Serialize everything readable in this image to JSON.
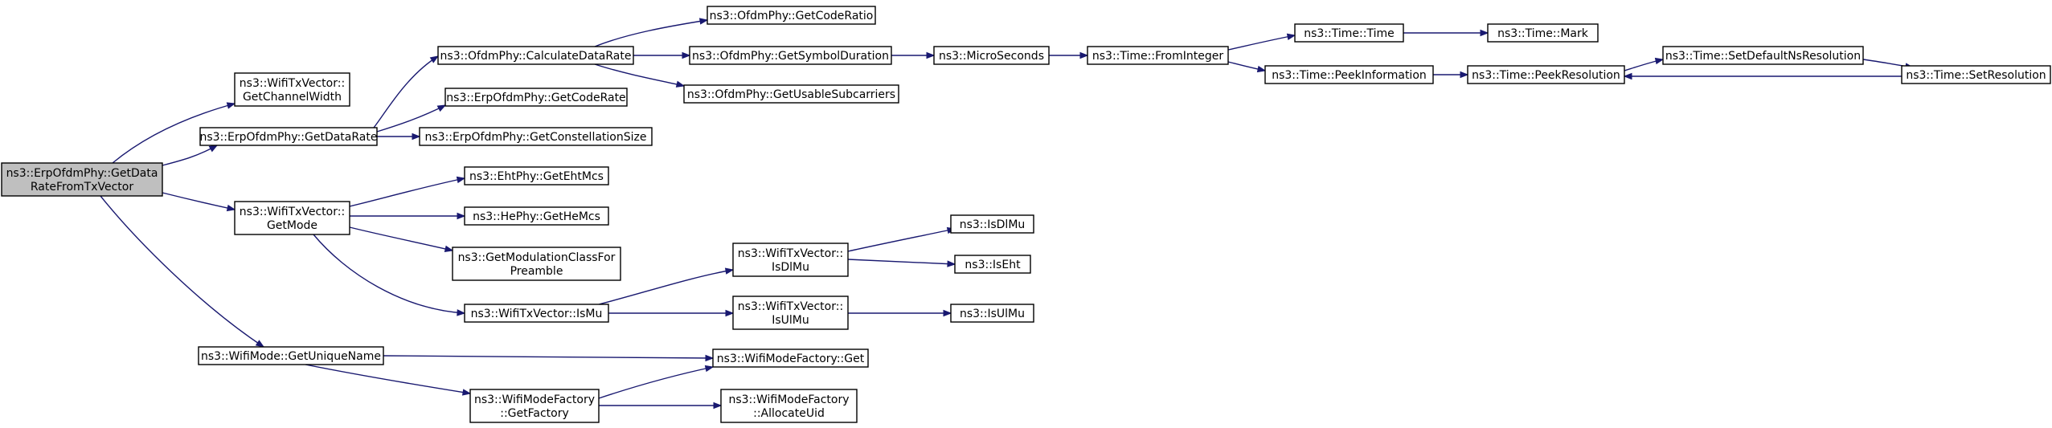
{
  "colors": {
    "edge": "#191970",
    "root_fill": "#bfbfbf",
    "node_fill": "#ffffff",
    "node_stroke": "#000000"
  },
  "nodes": {
    "root": [
      "ns3::ErpOfdmPhy::GetData",
      "RateFromTxVector"
    ],
    "getChannelWidth": [
      "ns3::WifiTxVector::",
      "GetChannelWidth"
    ],
    "erpGetDataRate": [
      "ns3::ErpOfdmPhy::GetDataRate"
    ],
    "calcDataRate": [
      "ns3::OfdmPhy::CalculateDataRate"
    ],
    "ofdmGetCodeRatio": [
      "ns3::OfdmPhy::GetCodeRatio"
    ],
    "getSymbolDuration": [
      "ns3::OfdmPhy::GetSymbolDuration"
    ],
    "getUsableSubcarriers": [
      "ns3::OfdmPhy::GetUsableSubcarriers"
    ],
    "microSeconds": [
      "ns3::MicroSeconds"
    ],
    "fromInteger": [
      "ns3::Time::FromInteger"
    ],
    "timeTime": [
      "ns3::Time::Time"
    ],
    "timeMark": [
      "ns3::Time::Mark"
    ],
    "peekInformation": [
      "ns3::Time::PeekInformation"
    ],
    "peekResolution": [
      "ns3::Time::PeekResolution"
    ],
    "setDefaultNsResolution": [
      "ns3::Time::SetDefaultNsResolution"
    ],
    "setResolution": [
      "ns3::Time::SetResolution"
    ],
    "erpGetCodeRate": [
      "ns3::ErpOfdmPhy::GetCodeRate"
    ],
    "erpGetConstellationSize": [
      "ns3::ErpOfdmPhy::GetConstellationSize"
    ],
    "getMode": [
      "ns3::WifiTxVector::",
      "GetMode"
    ],
    "getEhtMcs": [
      "ns3::EhtPhy::GetEhtMcs"
    ],
    "getHeMcs": [
      "ns3::HePhy::GetHeMcs"
    ],
    "getModulationClass": [
      "ns3::GetModulationClassFor",
      "Preamble"
    ],
    "isMu": [
      "ns3::WifiTxVector::IsMu"
    ],
    "txIsDlMu": [
      "ns3::WifiTxVector::",
      "IsDlMu"
    ],
    "txIsUlMu": [
      "ns3::WifiTxVector::",
      "IsUlMu"
    ],
    "isDlMu": [
      "ns3::IsDlMu"
    ],
    "isEht": [
      "ns3::IsEht"
    ],
    "isUlMu": [
      "ns3::IsUlMu"
    ],
    "getUniqueName": [
      "ns3::WifiMode::GetUniqueName"
    ],
    "factoryGet": [
      "ns3::WifiModeFactory::Get"
    ],
    "getFactory": [
      "ns3::WifiModeFactory",
      "::GetFactory"
    ],
    "allocateUid": [
      "ns3::WifiModeFactory",
      "::AllocateUid"
    ]
  }
}
